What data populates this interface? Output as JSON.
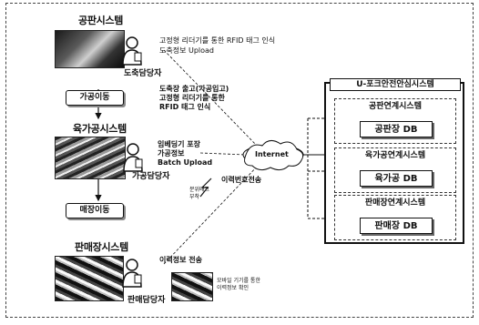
{
  "title": "U-포크안전안심시스템",
  "factory": {
    "title": "공판시스템",
    "role": "도축담당자",
    "note1": "고정형 리더기를 통한 RFID 태그 인식",
    "note2": "도축정보 Upload"
  },
  "move_processing": "가공이동",
  "processing_note": [
    "도축장 출고(가공입고)",
    "고정형 리더기를 통한",
    "RFID 태그 인식"
  ],
  "processing": {
    "title": "육가공시스템",
    "role": "가공담당자",
    "note": [
      "임베딩기 포장",
      "가공정보",
      "Batch Upload"
    ],
    "small": [
      "분위태그",
      "부착"
    ]
  },
  "internet": "Internet",
  "history": "이력번호전송",
  "move_store": "매장이동",
  "store": {
    "title": "판매장시스템",
    "role": "판매담당자",
    "note": "이력정보 전송",
    "small": [
      "모바일 기기를 통한",
      "이력정보 확인"
    ]
  },
  "subsystems": [
    {
      "label": "공판연계시스템",
      "db": "공판장 DB"
    },
    {
      "label": "육가공연계시스템",
      "db": "육가공 DB"
    },
    {
      "label": "판매장연계시스템",
      "db": "판매장 DB"
    }
  ]
}
